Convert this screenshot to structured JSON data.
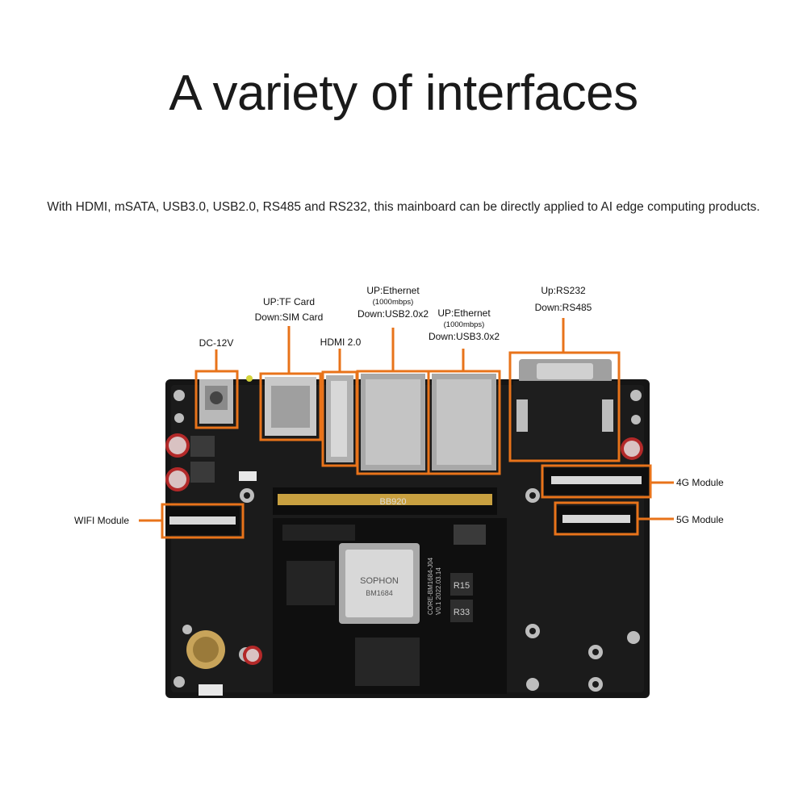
{
  "header": {
    "title": "A variety of interfaces",
    "subtitle": "With HDMI, mSATA, USB3.0, USB2.0, RS485 and RS232, this mainboard can be directly applied to AI edge computing products."
  },
  "callouts": {
    "dc": "DC-12V",
    "tf_up": "UP:TF Card",
    "tf_down": "Down:SIM Card",
    "hdmi": "HDMI 2.0",
    "eth1_up": "UP:Ethernet",
    "eth1_speed": "(1000mbps)",
    "eth1_down": "Down:USB2.0x2",
    "eth2_up": "UP:Ethernet",
    "eth2_speed": "(1000mbps)",
    "eth2_down": "Down:USB3.0x2",
    "rs_up": "Up:RS232",
    "rs_down": "Down:RS485",
    "wifi": "WIFI Module",
    "g4": "4G Module",
    "g5": "5G Module"
  },
  "board_text": {
    "soc_brand": "SOPHON",
    "soc_model": "BM1684",
    "core_label": "CORE-BM1684-J04",
    "core_date": "V0.1 2022.03.14",
    "r15": "R15",
    "r33": "R33",
    "slot_code": "BB920"
  },
  "colors": {
    "accent": "#e8731a",
    "board": "#161616"
  }
}
